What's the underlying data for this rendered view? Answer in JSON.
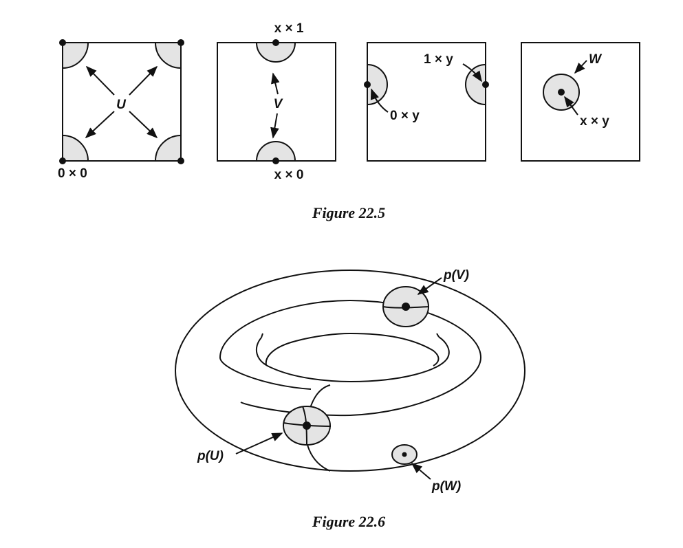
{
  "figure_22_5": {
    "caption": "Figure 22.5",
    "panel1": {
      "region_label": "U",
      "corner_label": "0 × 0"
    },
    "panel2": {
      "region_label": "V",
      "top_label": "x × 1",
      "bottom_label": "x × 0"
    },
    "panel3": {
      "left_label": "0 × y",
      "right_label": "1 × y"
    },
    "panel4": {
      "region_label": "W",
      "point_label": "x × y"
    }
  },
  "figure_22_6": {
    "caption": "Figure 22.6",
    "pU_label": "p(U)",
    "pV_label": "p(V)",
    "pW_label": "p(W)"
  },
  "colors": {
    "shade": "#e4e4e4",
    "ink": "#111111"
  }
}
